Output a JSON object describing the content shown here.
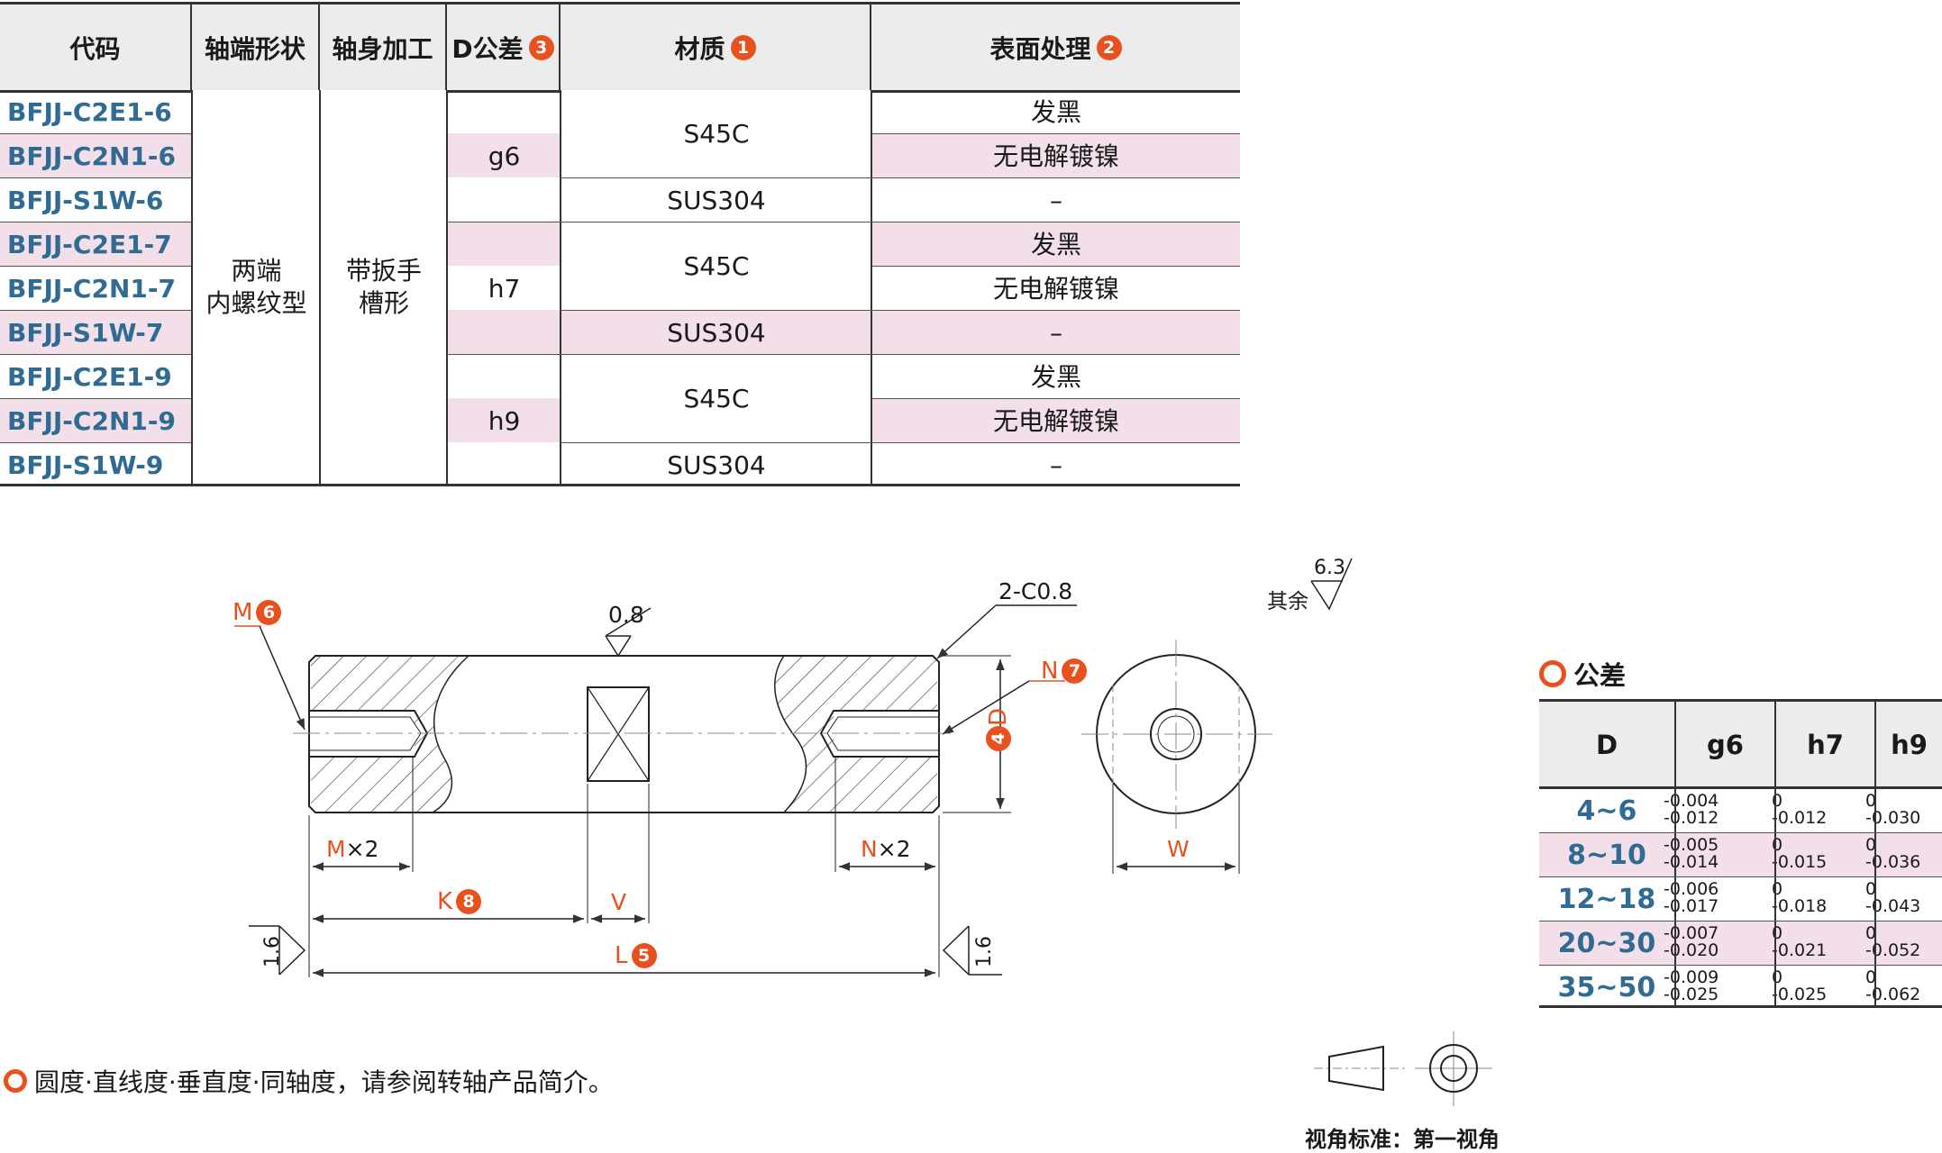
{
  "table": {
    "headers": {
      "code": "代码",
      "shaft_end": "轴端形状",
      "shaft_body": "轴身加工",
      "d_tol": "D公差",
      "d_tol_badge": "3",
      "material": "材质",
      "material_badge": "1",
      "surface": "表面处理",
      "surface_badge": "2"
    },
    "codes": [
      "BFJJ-C2E1-6",
      "BFJJ-C2N1-6",
      "BFJJ-S1W-6",
      "BFJJ-C2E1-7",
      "BFJJ-C2N1-7",
      "BFJJ-S1W-7",
      "BFJJ-C2E1-9",
      "BFJJ-C2N1-9",
      "BFJJ-S1W-9"
    ],
    "shaft_end_line1": "两端",
    "shaft_end_line2": "内螺纹型",
    "shaft_body_line1": "带扳手",
    "shaft_body_line2": "槽形",
    "tolerances": [
      "g6",
      "h7",
      "h9"
    ],
    "materials": [
      "S45C",
      "SUS304"
    ],
    "surfaces": [
      "发黑",
      "无电解镀镍",
      "–"
    ]
  },
  "tolerance_table": {
    "title": "公差",
    "headers": [
      "D",
      "g6",
      "h7",
      "h9"
    ],
    "rows": [
      {
        "d": "4~6",
        "g6": [
          "-0.004",
          "-0.012"
        ],
        "h7": [
          "0",
          "-0.012"
        ],
        "h9": [
          "0",
          "-0.030"
        ]
      },
      {
        "d": "8~10",
        "g6": [
          "-0.005",
          "-0.014"
        ],
        "h7": [
          "0",
          "-0.015"
        ],
        "h9": [
          "0",
          "-0.036"
        ]
      },
      {
        "d": "12~18",
        "g6": [
          "-0.006",
          "-0.017"
        ],
        "h7": [
          "0",
          "-0.018"
        ],
        "h9": [
          "0",
          "-0.043"
        ]
      },
      {
        "d": "20~30",
        "g6": [
          "-0.007",
          "-0.020"
        ],
        "h7": [
          "0",
          "-0.021"
        ],
        "h9": [
          "0",
          "-0.052"
        ]
      },
      {
        "d": "35~50",
        "g6": [
          "-0.009",
          "-0.025"
        ],
        "h7": [
          "0",
          "-0.025"
        ],
        "h9": [
          "0",
          "-0.062"
        ]
      }
    ]
  },
  "drawing": {
    "m_label": "M",
    "m_badge": "6",
    "n_label": "N",
    "n_badge": "7",
    "d_label": "D",
    "d_badge": "4",
    "k_label": "K",
    "k_badge": "8",
    "l_label": "L",
    "l_badge": "5",
    "v_label": "V",
    "w_label": "W",
    "mx2": "×2",
    "nx2": "×2",
    "chamfer": "2-C0.8",
    "roughness_top": "0.8",
    "roughness_side": "1.6",
    "other_label": "其余",
    "other_roughness": "6.3"
  },
  "note": "圆度·直线度·垂直度·同轴度，请参阅转轴产品简介。",
  "projection_label": "视角标准：第一视角",
  "colors": {
    "accent": "#e8501e",
    "code_blue": "#2f6b93",
    "pink_row": "#f2dfe9",
    "header_bg": "#ececec"
  }
}
